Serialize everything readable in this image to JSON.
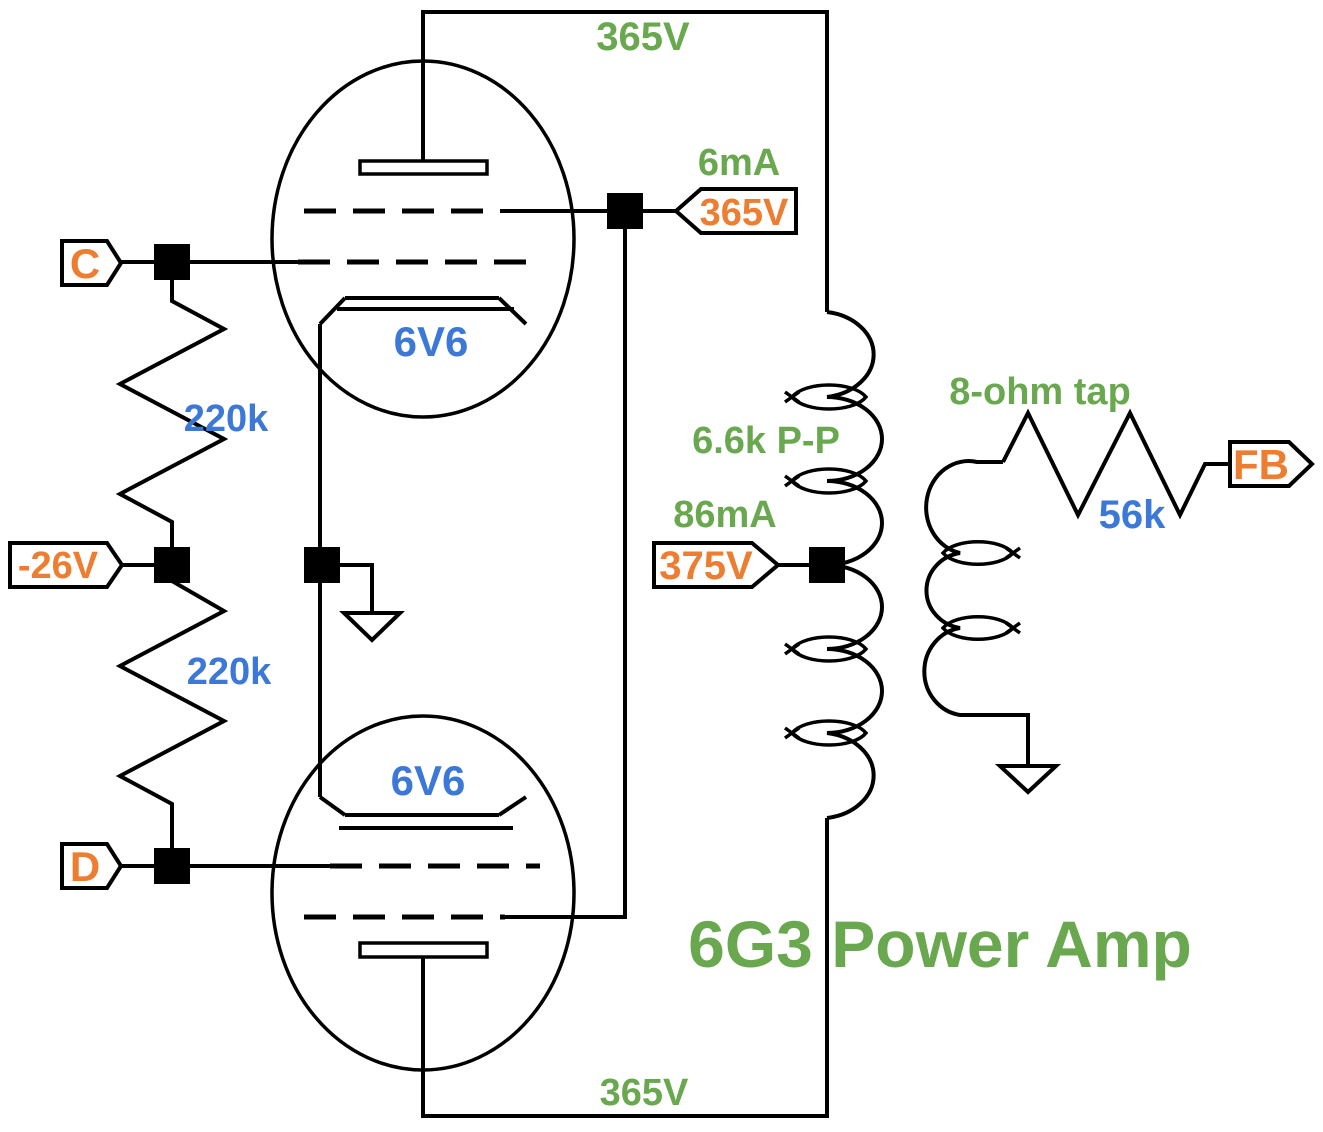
{
  "diagram": {
    "title": "6G3 Power Amp"
  },
  "colors": {
    "annotation_green": "#6aa84f",
    "value_blue": "#3c78d8",
    "terminal_orange": "#ed7d31",
    "wire": "#000000",
    "background": "#ffffff"
  },
  "tubes": {
    "upper": {
      "label": "6V6"
    },
    "lower": {
      "label": "6V6"
    }
  },
  "resistors": {
    "upper_grid": {
      "value": "220k"
    },
    "lower_grid": {
      "value": "220k"
    },
    "feedback": {
      "value": "56k"
    }
  },
  "transformer": {
    "primary_impedance": "6.6k P-P",
    "secondary_tap": "8-ohm tap"
  },
  "terminals": {
    "input_c": "C",
    "bias": "-26V",
    "input_d": "D",
    "feedback": "FB"
  },
  "voltage_flags": {
    "screen": "365V",
    "center_tap": "375V"
  },
  "annotations": {
    "top_rail_voltage": "365V",
    "bottom_rail_voltage": "365V",
    "screen_current": "6mA",
    "center_tap_current": "86mA"
  }
}
